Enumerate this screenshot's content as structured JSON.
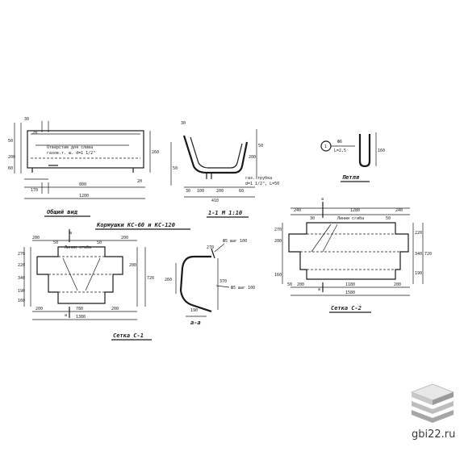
{
  "titles": {
    "general_view": "Общий вид",
    "section_1_1": "1-1  М 1:10",
    "loop": "Петля",
    "feeders": "Кормушки КС-60 и КС-120",
    "net_c1": "Сетка С-1",
    "net_c2": "Сетка С-2",
    "section_a_a": "а-а"
  },
  "labels": {
    "opening": "Отверстие для слива",
    "opening2": "газов.т. ш. d=1 1/2\"",
    "cut_marker_a": "а",
    "cut_marker_1": "1",
    "stretch_line": "Линии сгиба",
    "stretch_line2": "Линии сгиба",
    "pipe": "газ. трубка",
    "pipe2": "d=1 1/2\", L=50",
    "step1": "Ф5 шаг 100",
    "step2": "Ф5 шаг 100",
    "loop_spec1": "Ф6",
    "loop_spec2": "L=2,5",
    "loop_num": "1"
  },
  "dims": {
    "gv_top": "30",
    "gv_h1": "50",
    "gv_h2": "200",
    "gv_h3": "60",
    "gv_right": "260",
    "gv_w1": "170",
    "gv_w2": "800",
    "gv_w3": "1200",
    "gv_small": "20",
    "gv_small2": "20",
    "s11_top": "30",
    "s11_h": "200",
    "s11_h2": "50",
    "s11_left": "50",
    "s11_w1": "30",
    "s11_w2": "100",
    "s11_w3": "200",
    "s11_w4": "60",
    "s11_total": "410",
    "loop_h": "160",
    "c1_top1": "200",
    "c1_top2": "50",
    "c1_top3": "50",
    "c1_top4": "200",
    "c1_l1": "270",
    "c1_l2": "220",
    "c1_l3": "340",
    "c1_l4": "190",
    "c1_l5": "160",
    "c1_r1": "200",
    "c1_r2": "720",
    "c1_b1": "200",
    "c1_b2": "780",
    "c1_b3": "200",
    "c1_b4": "1380",
    "aa_left": "260",
    "aa_right": "370",
    "aa_bottom": "190",
    "aa_top": "270",
    "c2_top1": "240",
    "c2_top2": "1280",
    "c2_top3": "240",
    "c2_s1": "30",
    "c2_s2": "50",
    "c2_l1": "270",
    "c2_l2": "200",
    "c2_l3": "160",
    "c2_r1": "220",
    "c2_r2": "340",
    "c2_r3": "190",
    "c2_r4": "720",
    "c2_b1": "50",
    "c2_b2": "200",
    "c2_b3": "1180",
    "c2_b4": "200",
    "c2_b5": "1580"
  },
  "brand": {
    "site": "gbi22.ru",
    "colors": {
      "top": "#e8e8e8",
      "mid": "#c8c8c8",
      "dark": "#9a9a9a"
    }
  }
}
